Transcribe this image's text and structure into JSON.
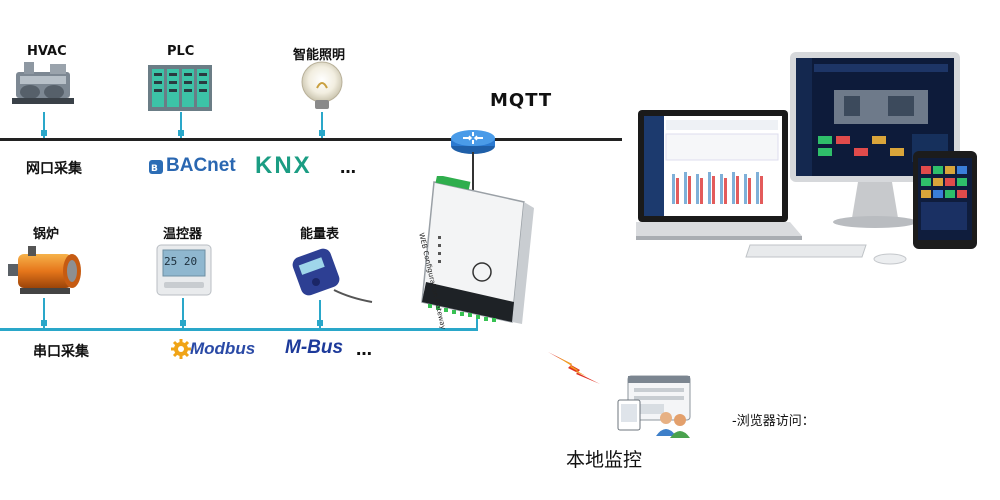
{
  "top_row": {
    "devices": [
      {
        "label": "HVAC"
      },
      {
        "label": "PLC"
      },
      {
        "label": "智能照明"
      }
    ],
    "section_label": "网口采集",
    "protocols": [
      "BACnet",
      "KNX"
    ],
    "more": "…",
    "network_label": "MQTT"
  },
  "bottom_row": {
    "devices": [
      {
        "label": "锅炉"
      },
      {
        "label": "温控器"
      },
      {
        "label": "能量表"
      }
    ],
    "section_label": "串口采集",
    "protocols": [
      "Modbus",
      "M-Bus"
    ],
    "more": "…"
  },
  "gateway": {
    "label": "WEB Configuration Gateway"
  },
  "thermostat_display": "25 20",
  "local": {
    "title": "本地监控",
    "browser_note": "-浏览器访问："
  },
  "colors": {
    "bus": "#2aa7c9",
    "mainline": "#222222",
    "bolt": "#e03020",
    "bolt2": "#f0a020"
  }
}
